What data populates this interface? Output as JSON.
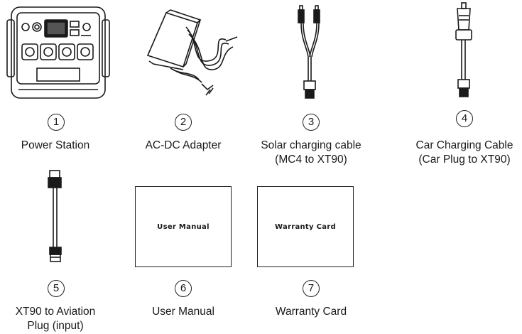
{
  "items": [
    {
      "number": "1",
      "label": "Power Station",
      "icon": "power-station-icon"
    },
    {
      "number": "2",
      "label": "AC-DC Adapter",
      "icon": "adapter-icon"
    },
    {
      "number": "3",
      "label_line1": "Solar charging cable",
      "label_line2": "(MC4 to XT90)",
      "icon": "solar-cable-icon"
    },
    {
      "number": "4",
      "label_line1": "Car Charging Cable",
      "label_line2": "(Car Plug to XT90)",
      "icon": "car-charger-icon"
    },
    {
      "number": "5",
      "label_line1": "XT90 to Aviation",
      "label_line2": "Plug (input)",
      "icon": "aviation-cable-icon"
    },
    {
      "number": "6",
      "label": "User Manual",
      "card_text": "User Manual",
      "icon": "manual-card"
    },
    {
      "number": "7",
      "label": "Warranty Card",
      "card_text": "Warranty Card",
      "icon": "warranty-card"
    }
  ]
}
